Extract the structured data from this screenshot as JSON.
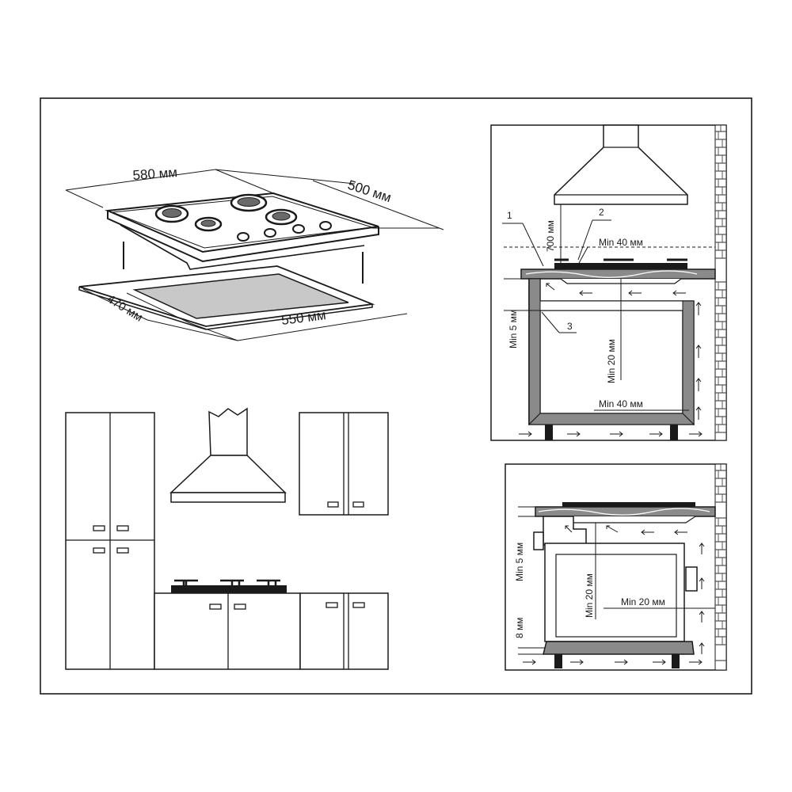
{
  "hob_dims": {
    "width": "580  мм",
    "depth": "500 мм",
    "cutout_depth": "470 мм",
    "cutout_width": "550 мм"
  },
  "side_view": {
    "callout_1": "1",
    "callout_2": "2",
    "callout_3": "3",
    "hood_height": "700 мм",
    "min_40_top": "Min 40 мм",
    "min_5": "Min 5 мм",
    "min_20": "Min 20 мм",
    "min_40_bottom": "Min 40 мм"
  },
  "oven_view": {
    "min_5": "Min 5 мм",
    "min_20_vertical": "Min 20 мм",
    "min_20_horizontal": "Min 20 мм",
    "gap_8": "8 мм"
  },
  "colors": {
    "line": "#1a1a1a",
    "cutout_fill": "#c8c8c8",
    "worktop_fill": "#8a8a8a",
    "brick": "#555555"
  }
}
